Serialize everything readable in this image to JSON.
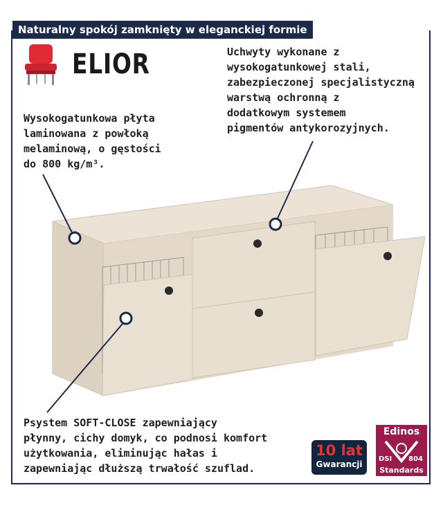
{
  "header": {
    "title": "Naturalny spokój zamknięty w eleganckiej formie"
  },
  "brand": {
    "name": "ELIOR",
    "logo_icon": "red-chair-icon"
  },
  "notes": {
    "handles": [
      "Uchwyty wykonane z",
      "wysokogatunkowej stali,",
      "zabezpieczonej specjalistyczną",
      "warstwą ochronną z",
      "dodatkowym systemem",
      "pigmentów antykorozyjnych."
    ],
    "board": [
      "Wysokogatunkowa płyta",
      "laminowana z powłoką",
      "melaminową, o gęstości",
      "do 800 kg/m³."
    ],
    "softclose": [
      "Psystem SOFT-CLOSE zapewniający",
      "płynny, cichy domyk, co podnosi komfort",
      "użytkowania, eliminując hałas i",
      "zapewniając dłuższą trwałość szuflad."
    ]
  },
  "badges": {
    "warranty": {
      "number": "10",
      "unit": "lat",
      "label": "Gwarancji"
    },
    "edinos": {
      "brand": "Edinos",
      "dsi": "DSI",
      "code": "804",
      "label": "Standards"
    }
  },
  "colors": {
    "navy": "#1c2a4a",
    "cabinet": "#e6dccd",
    "edinos": "#9b1b4c",
    "logo_red": "#e02b36"
  }
}
